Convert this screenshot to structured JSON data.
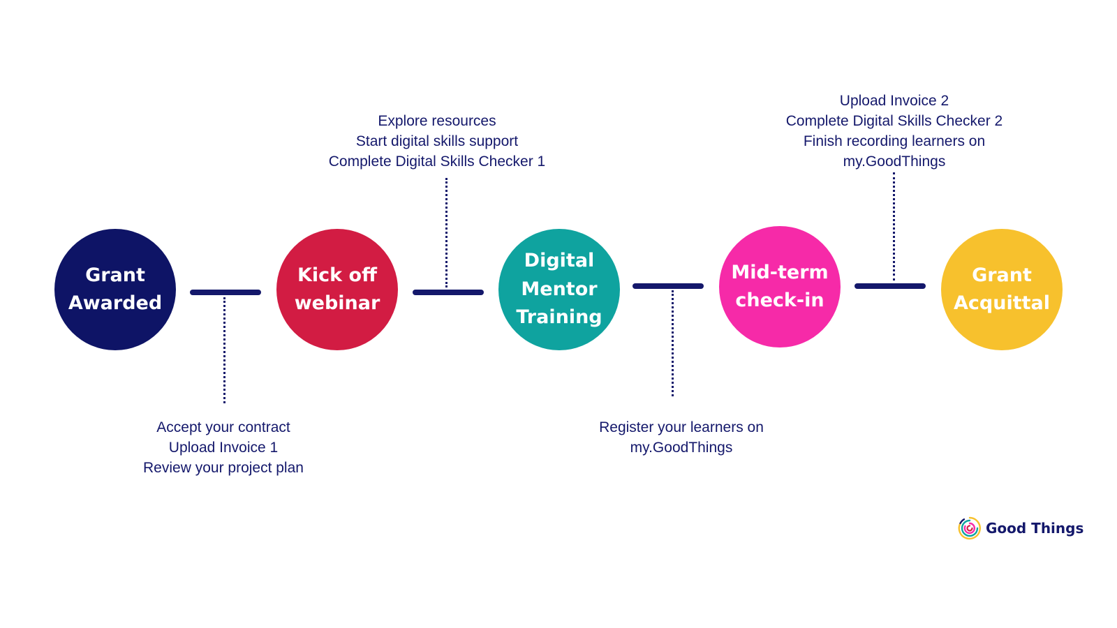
{
  "milestones": [
    {
      "label": "Grant\nAwarded",
      "color": "#0e1466"
    },
    {
      "label": "Kick off\nwebinar",
      "color": "#d21c43"
    },
    {
      "label": "Digital\nMentor\nTraining",
      "color": "#0fa39f"
    },
    {
      "label": "Mid-term\ncheck-in",
      "color": "#f62aa8"
    },
    {
      "label": "Grant\nAcquittal",
      "color": "#f7c12d"
    }
  ],
  "notes": [
    {
      "lines": [
        "Accept your contract",
        "Upload Invoice 1",
        "Review your project plan"
      ]
    },
    {
      "lines": [
        "Explore resources",
        "Start digital skills support",
        "Complete Digital Skills Checker 1"
      ]
    },
    {
      "lines": [
        "Register your learners on",
        "my.GoodThings"
      ]
    },
    {
      "lines": [
        "Upload Invoice 2",
        "Complete Digital Skills Checker 2",
        "Finish recording learners on",
        "my.GoodThings"
      ]
    }
  ],
  "brand": {
    "name": "Good Things",
    "logo_icon": "concentric-circles-logo-icon",
    "text_color": "#14186b"
  }
}
